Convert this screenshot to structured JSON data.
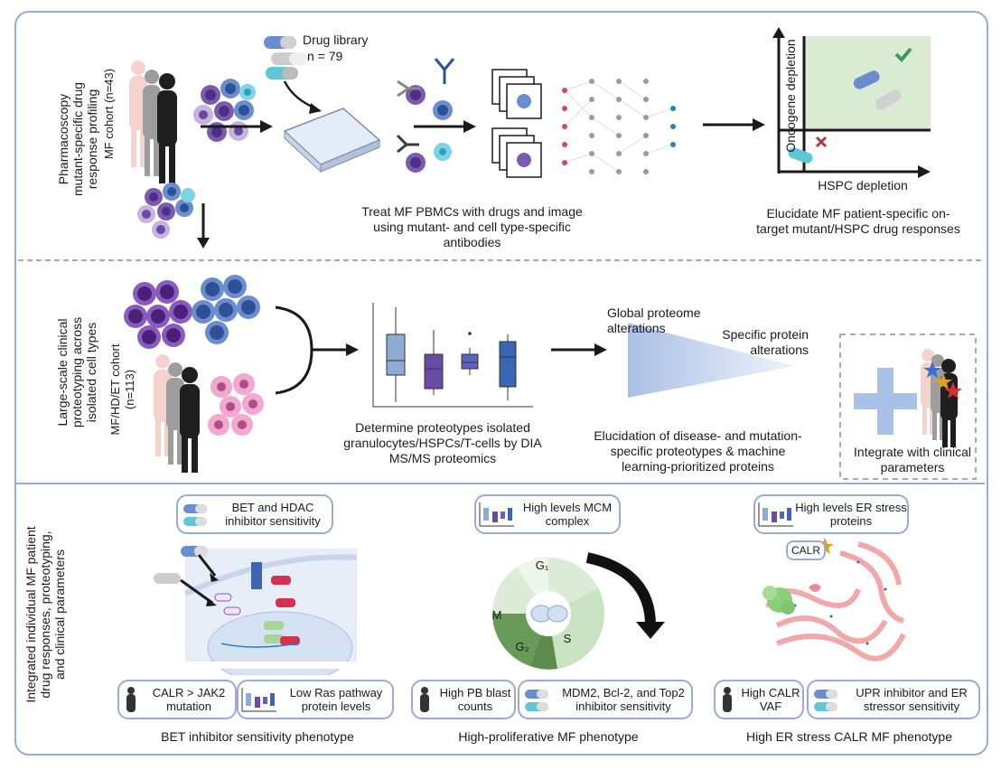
{
  "section1": {
    "side_label": [
      "Pharmacoscopy",
      "mutant-specific drug",
      "response profiling"
    ],
    "cohort_label": "MF cohort (n=43)",
    "drug_library": "Drug library",
    "drug_count": "n = 79",
    "treat_caption": "Treat MF PBMCs with drugs and image using mutant- and cell type-specific antibodies",
    "axis_y": "Oncogene depletion",
    "axis_x": "HSPC depletion",
    "elucidate_caption": "Elucidate MF patient-specific on-target mutant/HSPC drug responses"
  },
  "section2": {
    "side_label": [
      "Large-scale clinical",
      "proteotyping across",
      "isolated cell types"
    ],
    "cohort_label": [
      "MF/HD/ET cohort",
      "(n=113)"
    ],
    "proteotype_caption": "Determine proteotypes isolated granulocytes/HSPCs/T-cells by DIA MS/MS proteomics",
    "global_label": "Global proteome alterations",
    "specific_label": "Specific protein alterations",
    "elucidation_caption": "Elucidation of disease- and mutation-specific proteotypes & machine learning-prioritized proteins",
    "integrate_caption": "Integrate with clinical parameters"
  },
  "section3": {
    "side_label": [
      "Integrated individual MF patient",
      "drug responses, proteotyping,",
      "and clinical parameters"
    ],
    "bet_pill": "BET and HDAC inhibitor sensitivity",
    "mcm_pill": "High levels MCM complex",
    "er_pill": "High levels ER stress proteins",
    "calr_jak2": "CALR  > JAK2 mutation",
    "low_ras": "Low Ras pathway protein levels",
    "high_pb": "High PB blast counts",
    "mdm2": "MDM2, Bcl-2, and Top2 inhibitor sensitivity",
    "high_calr": "High CALR VAF",
    "upr": "UPR inhibitor and ER stressor sensitivity",
    "phenotype_bet": "BET inhibitor sensitivity phenotype",
    "phenotype_prolif": "High-proliferative MF phenotype",
    "phenotype_er": "High ER stress CALR MF phenotype",
    "calr_tag": "CALR",
    "cycle_g1": "G₁",
    "cycle_s": "S",
    "cycle_g2": "G₂",
    "cycle_m": "M"
  },
  "colors": {
    "border": "#9aa9d6",
    "green_quadrant": "#d9ebd3",
    "check": "#3d9a5e",
    "cross": "#b23a3a"
  }
}
